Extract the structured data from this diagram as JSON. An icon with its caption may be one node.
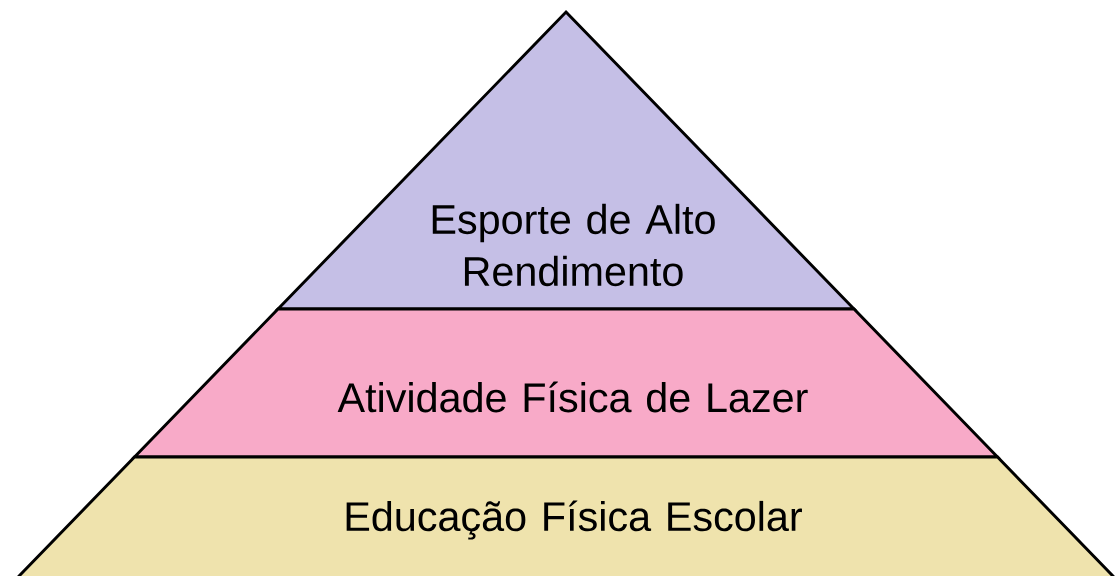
{
  "diagram": {
    "nodes": [
      {
        "text": [
          "Esporte de Alto Rendimento"
        ]
      },
      {
        "text": [
          "Atividade Física de Lazer"
        ]
      },
      {
        "text": [
          "Educação Física Escolar"
        ]
      }
    ]
  }
}
